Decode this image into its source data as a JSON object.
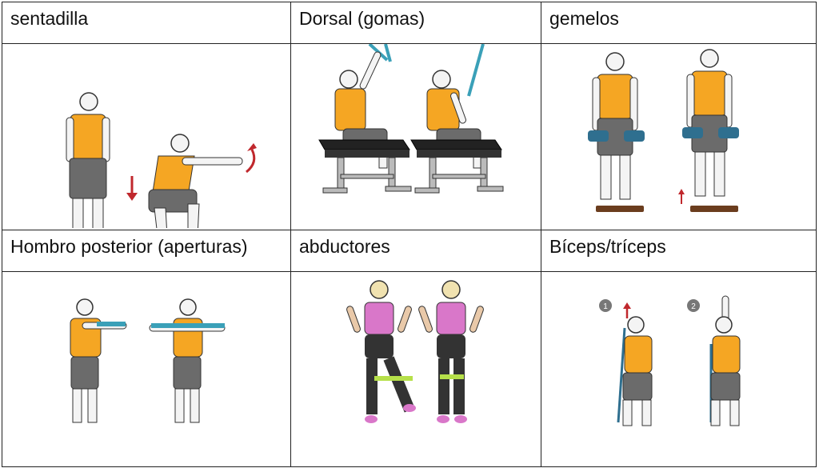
{
  "table": {
    "rows": [
      {
        "cells": [
          {
            "title": "sentadilla"
          },
          {
            "title": "Dorsal (gomas)"
          },
          {
            "title": "gemelos"
          }
        ]
      },
      {
        "cells": [
          {
            "title": "Hombro posterior (aperturas)"
          },
          {
            "title": "abductores"
          },
          {
            "title": "Bíceps/tríceps"
          }
        ]
      }
    ]
  },
  "step_badges": [
    "1",
    "2"
  ],
  "colors": {
    "shirt": "#f5a623",
    "shorts": "#6b6b6b",
    "band": "#3aa0b8",
    "bench": "#222222",
    "arrow": "#c0282d",
    "dumbbell": "#2f6f8f",
    "tank": "#d977c9",
    "leggings": "#333333"
  }
}
